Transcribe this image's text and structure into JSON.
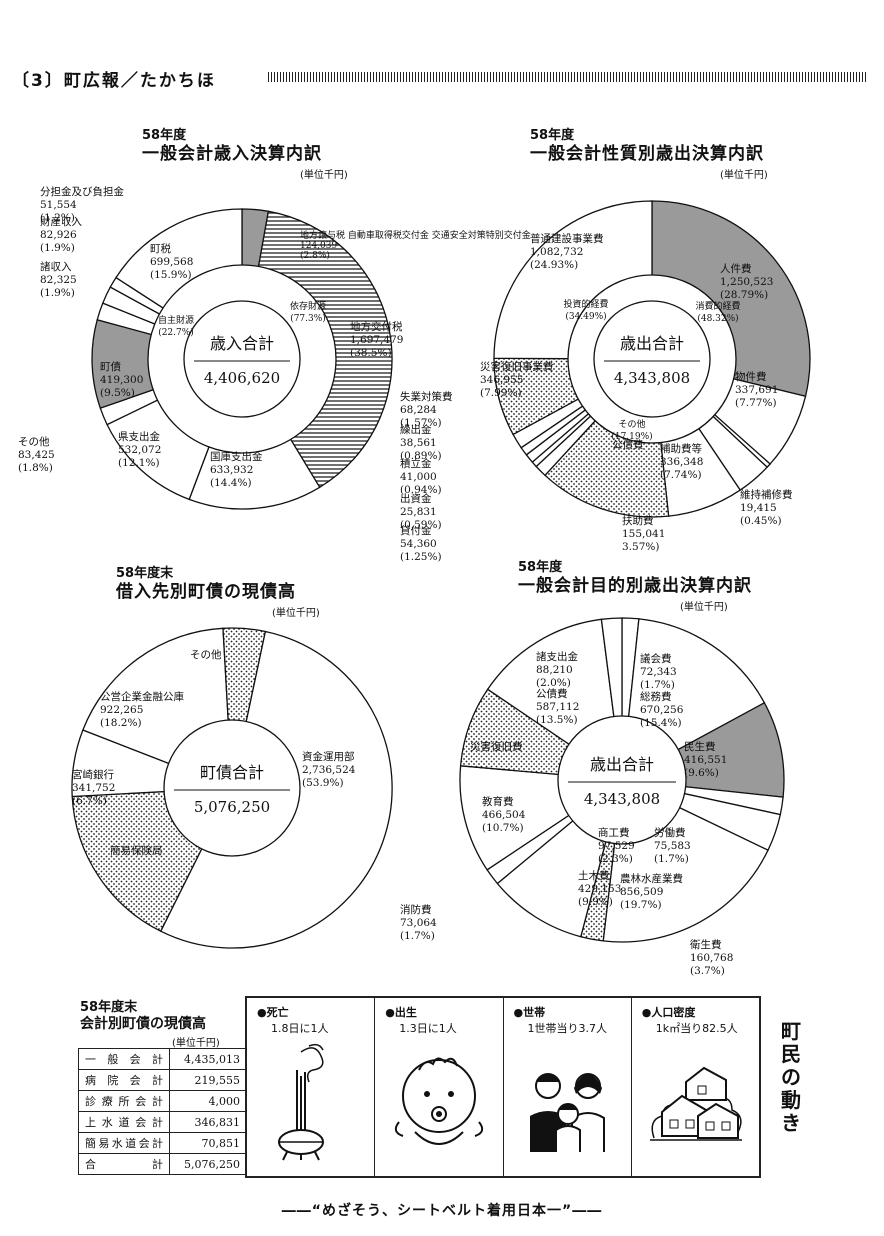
{
  "header": {
    "title": "〔3〕町広報／たかちほ"
  },
  "colors": {
    "ink": "#111111",
    "shade": "#9a9a9a",
    "paper": "#ffffff"
  },
  "charts": {
    "revenue": {
      "year": "58年度",
      "title": "一般会計歳入決算内訳",
      "unit": "(単位千円)"
    },
    "exp_nature": {
      "year": "58年度",
      "title": "一般会計性質別歳出決算内訳",
      "unit": "(単位千円)"
    },
    "debt": {
      "year": "58年度末",
      "title": "借入先別町債の現債高",
      "unit": "(単位千円)"
    },
    "exp_purpose": {
      "year": "58年度",
      "title": "一般会計目的別歳出決算内訳",
      "unit": "(単位千円)"
    }
  },
  "chart_data": [
    {
      "type": "pie",
      "title": "一般会計歳入決算内訳",
      "center_label": "歳入合計",
      "total": "4,406,620",
      "inner_groups": [
        {
          "label": "依存財源",
          "value": "(77.3%)"
        },
        {
          "label": "自主財源",
          "value": "(22.7%)"
        }
      ],
      "slices": [
        {
          "label": "地方譲与税 自動車取得税交付金 交通安全対策特別交付金",
          "value": 124039,
          "pct": 2.8,
          "value_text": "124,039",
          "pct_text": "(2.8%)",
          "pattern": "shade"
        },
        {
          "label": "地方交付税",
          "value": 1697479,
          "pct": 38.5,
          "value_text": "1,697,479",
          "pct_text": "(38.5%)",
          "pattern": "lines"
        },
        {
          "label": "国庫支出金",
          "value": 633932,
          "pct": 14.4,
          "value_text": "633,932",
          "pct_text": "(14.4%)",
          "pattern": "none"
        },
        {
          "label": "県支出金",
          "value": 532072,
          "pct": 12.1,
          "value_text": "532,072",
          "pct_text": "(12.1%)",
          "pattern": "none"
        },
        {
          "label": "その他",
          "value": 83425,
          "pct": 1.8,
          "value_text": "83,425",
          "pct_text": "(1.8%)",
          "pattern": "none"
        },
        {
          "label": "町債",
          "value": 419300,
          "pct": 9.5,
          "value_text": "419,300",
          "pct_text": "(9.5%)",
          "pattern": "shade"
        },
        {
          "label": "諸収入",
          "value": 82325,
          "pct": 1.9,
          "value_text": "82,325",
          "pct_text": "(1.9%)",
          "pattern": "none"
        },
        {
          "label": "財産収入",
          "value": 82926,
          "pct": 1.9,
          "value_text": "82,926",
          "pct_text": "(1.9%)",
          "pattern": "none"
        },
        {
          "label": "分担金及び負担金",
          "value": 51554,
          "pct": 1.2,
          "value_text": "51,554",
          "pct_text": "(1.2%)",
          "pattern": "none"
        },
        {
          "label": "町税",
          "value": 699568,
          "pct": 15.9,
          "value_text": "699,568",
          "pct_text": "(15.9%)",
          "pattern": "none"
        }
      ]
    },
    {
      "type": "pie",
      "title": "一般会計性質別歳出決算内訳",
      "center_label": "歳出合計",
      "total": "4,343,808",
      "inner_groups": [
        {
          "label": "消費的経費",
          "value": "(48.32%)"
        },
        {
          "label": "投資的経費",
          "value": "(34.49%)"
        },
        {
          "label": "その他",
          "value": "(17.19%)"
        }
      ],
      "slices": [
        {
          "label": "人件費",
          "value": 1250523,
          "pct": 28.79,
          "value_text": "1,250,523",
          "pct_text": "(28.79%)",
          "pattern": "shade"
        },
        {
          "label": "物件費",
          "value": 337691,
          "pct": 7.77,
          "value_text": "337,691",
          "pct_text": "(7.77%)",
          "pattern": "none"
        },
        {
          "label": "維持補修費",
          "value": 19415,
          "pct": 0.45,
          "value_text": "19,415",
          "pct_text": "(0.45%)",
          "pattern": "none"
        },
        {
          "label": "扶助費",
          "value": 155041,
          "pct": 3.57,
          "value_text": "155,041",
          "pct_text": "3.57%)",
          "pattern": "none"
        },
        {
          "label": "補助費等",
          "value": 336348,
          "pct": 7.74,
          "value_text": "336,348",
          "pct_text": "(7.74%)",
          "pattern": "none"
        },
        {
          "label": "公債費",
          "value": 587112,
          "pct": 13.52,
          "value_text": "",
          "pct_text": "",
          "pattern": "dots"
        },
        {
          "label": "貸付金",
          "value": 54360,
          "pct": 1.25,
          "value_text": "54,360",
          "pct_text": "(1.25%)",
          "pattern": "none"
        },
        {
          "label": "出資金",
          "value": 25831,
          "pct": 0.59,
          "value_text": "25,831",
          "pct_text": "(0.59%)",
          "pattern": "none"
        },
        {
          "label": "積立金",
          "value": 41000,
          "pct": 0.94,
          "value_text": "41,000",
          "pct_text": "(0.94%)",
          "pattern": "none"
        },
        {
          "label": "繰出金",
          "value": 38561,
          "pct": 0.89,
          "value_text": "38,561",
          "pct_text": "(0.89%)",
          "pattern": "none"
        },
        {
          "label": "失業対策費",
          "value": 68284,
          "pct": 1.57,
          "value_text": "68,284",
          "pct_text": "(1.57%)",
          "pattern": "none"
        },
        {
          "label": "災害復旧事業費",
          "value": 346955,
          "pct": 7.99,
          "value_text": "346,955",
          "pct_text": "(7.99%)",
          "pattern": "dots"
        },
        {
          "label": "普通建設事業費",
          "value": 1082732,
          "pct": 24.93,
          "value_text": "1,082,732",
          "pct_text": "(24.93%)",
          "pattern": "none"
        }
      ]
    },
    {
      "type": "pie",
      "title": "借入先別町債の現債高",
      "center_label": "町債合計",
      "total": "5,076,250",
      "slices": [
        {
          "label": "資金運用部",
          "value": 2736524,
          "pct": 53.9,
          "value_text": "2,736,524",
          "pct_text": "(53.9%)",
          "pattern": "none"
        },
        {
          "label": "簡易保険局",
          "value": 851559,
          "pct": 17.0,
          "value_text": "",
          "pct_text": "",
          "pattern": "dots"
        },
        {
          "label": "宮崎銀行",
          "value": 341752,
          "pct": 6.7,
          "value_text": "341,752",
          "pct_text": "(6.7%)",
          "pattern": "none"
        },
        {
          "label": "公営企業金融公庫",
          "value": 922265,
          "pct": 18.2,
          "value_text": "922,265",
          "pct_text": "(18.2%)",
          "pattern": "none"
        },
        {
          "label": "その他",
          "value": 214110,
          "pct": 4.2,
          "value_text": "",
          "pct_text": "",
          "pattern": "dots"
        }
      ]
    },
    {
      "type": "pie",
      "title": "一般会計目的別歳出決算内訳",
      "center_label": "歳出合計",
      "total": "4,343,808",
      "slices": [
        {
          "label": "議会費",
          "value": 72343,
          "pct": 1.7,
          "value_text": "72,343",
          "pct_text": "(1.7%)",
          "pattern": "none"
        },
        {
          "label": "総務費",
          "value": 670256,
          "pct": 15.4,
          "value_text": "670,256",
          "pct_text": "(15.4%)",
          "pattern": "none"
        },
        {
          "label": "民生費",
          "value": 416551,
          "pct": 9.6,
          "value_text": "416,551",
          "pct_text": "(9.6%)",
          "pattern": "shade"
        },
        {
          "label": "労働費",
          "value": 75583,
          "pct": 1.7,
          "value_text": "75,583",
          "pct_text": "(1.7%)",
          "pattern": "none"
        },
        {
          "label": "衛生費",
          "value": 160768,
          "pct": 3.7,
          "value_text": "160,768",
          "pct_text": "(3.7%)",
          "pattern": "none"
        },
        {
          "label": "農林水産業費",
          "value": 856509,
          "pct": 19.7,
          "value_text": "856,509",
          "pct_text": "(19.7%)",
          "pattern": "none"
        },
        {
          "label": "商工費",
          "value": 97529,
          "pct": 2.3,
          "value_text": "97,529",
          "pct_text": "(2.3%)",
          "pattern": "dots"
        },
        {
          "label": "土木費",
          "value": 429153,
          "pct": 9.9,
          "value_text": "429,153",
          "pct_text": "(9.9%)",
          "pattern": "none"
        },
        {
          "label": "消防費",
          "value": 73064,
          "pct": 1.7,
          "value_text": "73,064",
          "pct_text": "(1.7%)",
          "pattern": "none"
        },
        {
          "label": "教育費",
          "value": 466504,
          "pct": 10.7,
          "value_text": "466,504",
          "pct_text": "(10.7%)",
          "pattern": "none"
        },
        {
          "label": "災害復旧費",
          "value": 350000,
          "pct": 8.1,
          "value_text": "",
          "pct_text": "",
          "pattern": "dots"
        },
        {
          "label": "公債費",
          "value": 587112,
          "pct": 13.5,
          "value_text": "587,112",
          "pct_text": "(13.5%)",
          "pattern": "none"
        },
        {
          "label": "諸支出金",
          "value": 88210,
          "pct": 2.0,
          "value_text": "88,210",
          "pct_text": "(2.0%)",
          "pattern": "none"
        }
      ]
    },
    {
      "type": "table",
      "title": "会計別町債の現債高",
      "year": "58年度末",
      "unit": "(単位千円)",
      "rows": [
        {
          "name": "一般会計",
          "value": "4,435,013"
        },
        {
          "name": "病院会計",
          "value": "219,555"
        },
        {
          "name": "診療所会計",
          "value": "4,000"
        },
        {
          "name": "上水道会計",
          "value": "346,831"
        },
        {
          "name": "簡易水道会計",
          "value": "70,851"
        },
        {
          "name": "合計",
          "value": "5,076,250"
        }
      ]
    }
  ],
  "town": {
    "heading": "町民の動き",
    "stats": [
      {
        "category": "●死亡",
        "value": "1.8日に1人",
        "icon": "incense-icon"
      },
      {
        "category": "●出生",
        "value": "1.3日に1人",
        "icon": "baby-icon"
      },
      {
        "category": "●世帯",
        "value": "1世帯当り3.7人",
        "icon": "family-icon"
      },
      {
        "category": "●人口密度",
        "value": "1k㎡当り82.5人",
        "icon": "houses-icon"
      }
    ]
  },
  "footer": {
    "slogan": "――“めざそう、シートベルト着用日本一”――"
  }
}
